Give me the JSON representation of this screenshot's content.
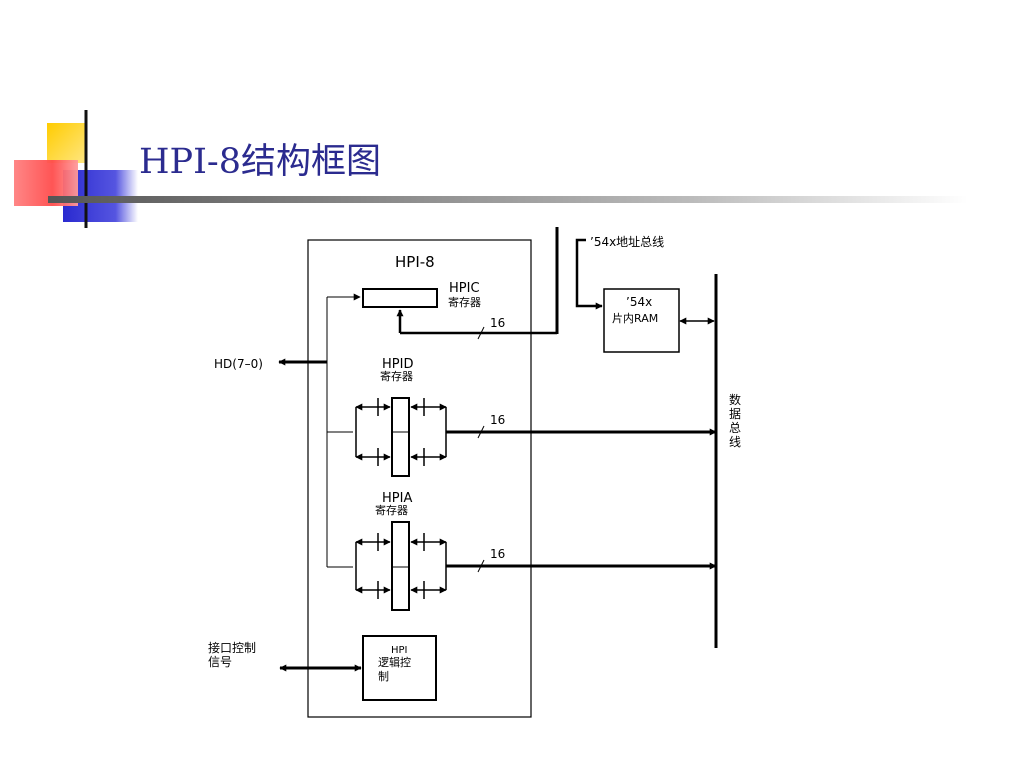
{
  "title": "HPI-8结构框图",
  "diagram": {
    "box_title": "HPI-8",
    "hpic": {
      "name": "HPIC",
      "sub": "寄存器"
    },
    "hpid": {
      "name": "HPID",
      "sub": "寄存器"
    },
    "hpia": {
      "name": "HPIA",
      "sub": "寄存器"
    },
    "hd_label": "HD(7–0)",
    "ctrl_signal": [
      "接口控制",
      "信号"
    ],
    "logic": [
      "HPI",
      "逻辑控",
      "制"
    ],
    "addr_bus": "’54x地址总线",
    "ram": [
      "’54x",
      "片内RAM"
    ],
    "data_bus": [
      "数",
      "据",
      "总",
      "线"
    ],
    "bus_width_hpic": "16",
    "bus_width_hpid": "16",
    "bus_width_hpia": "16"
  },
  "colors": {
    "title": "#2b2b8f",
    "deco_yellow": "#ffcc00",
    "deco_red": "#ff4c4c",
    "deco_blue": "#3333cc"
  }
}
